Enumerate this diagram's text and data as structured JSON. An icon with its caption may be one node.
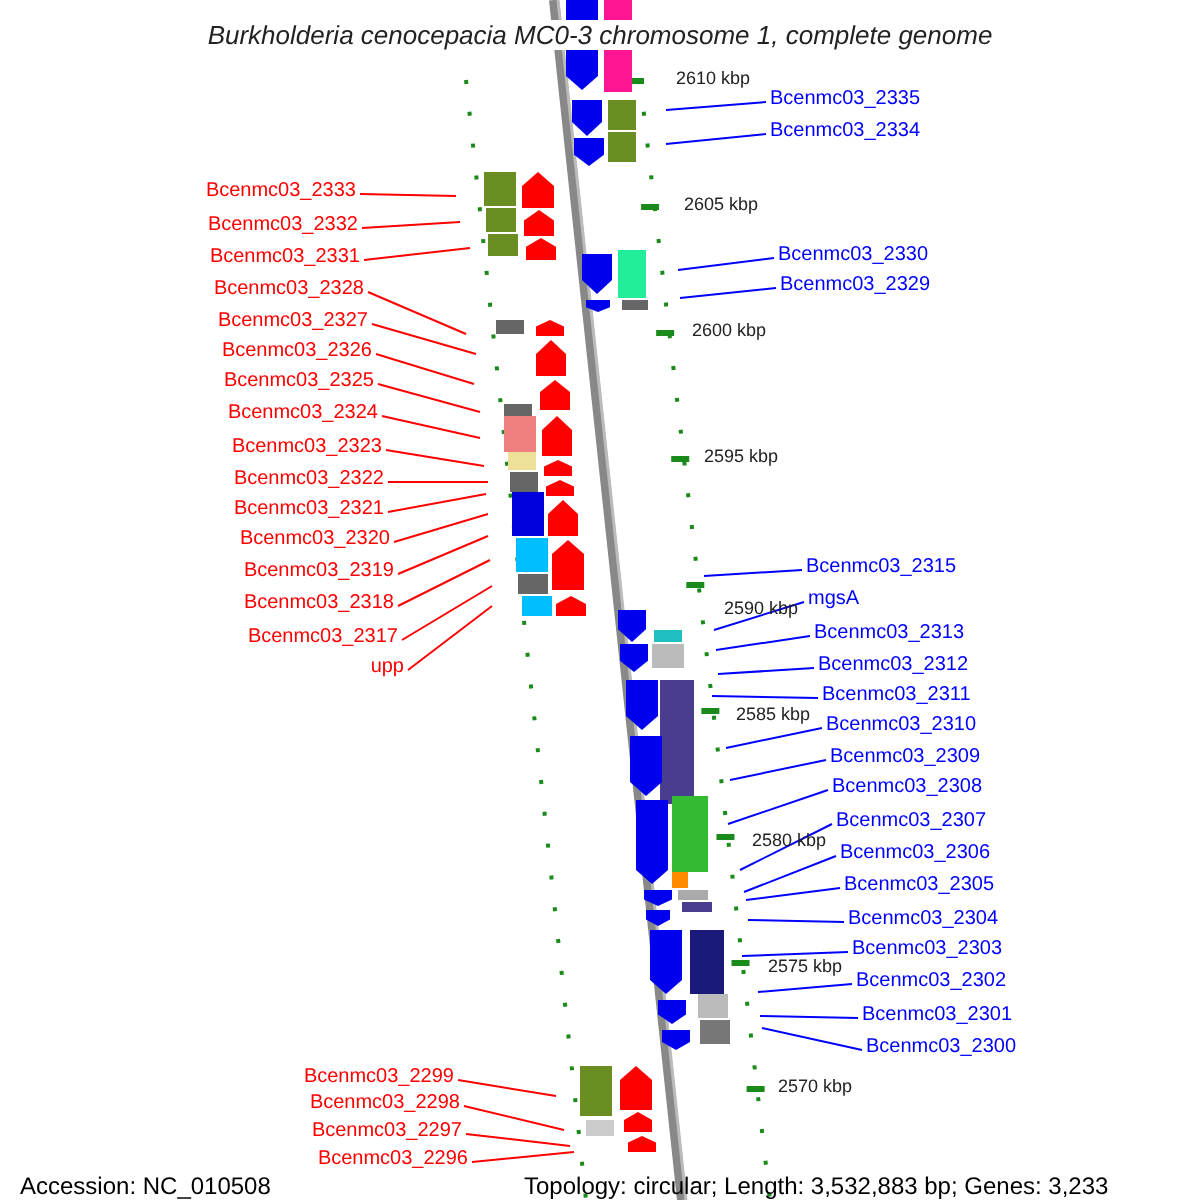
{
  "diagram": {
    "title": "Burkholderia cenocepacia MC0-3 chromosome 1, complete genome",
    "nodes": [
      {
        "text": [
          "Bcenmc03_2333"
        ]
      },
      {
        "text": [
          "Bcenmc03_2332"
        ]
      },
      {
        "text": [
          "Bcenmc03_2331"
        ]
      },
      {
        "text": [
          "Bcenmc03_2328"
        ]
      },
      {
        "text": [
          "Bcenmc03_2327"
        ]
      },
      {
        "text": [
          "Bcenmc03_2326"
        ]
      },
      {
        "text": [
          "Bcenmc03_2325"
        ]
      },
      {
        "text": [
          "Bcenmc03_2324"
        ]
      },
      {
        "text": [
          "Bcenmc03_2323"
        ]
      },
      {
        "text": [
          "Bcenmc03_2322"
        ]
      },
      {
        "text": [
          "Bcenmc03_2321"
        ]
      },
      {
        "text": [
          "Bcenmc03_2320"
        ]
      },
      {
        "text": [
          "Bcenmc03_2319"
        ]
      },
      {
        "text": [
          "Bcenmc03_2318"
        ]
      },
      {
        "text": [
          "Bcenmc03_2317"
        ]
      },
      {
        "text": [
          "upp"
        ]
      },
      {
        "text": [
          "Bcenmc03_2299"
        ]
      },
      {
        "text": [
          "Bcenmc03_2298"
        ]
      },
      {
        "text": [
          "Bcenmc03_2297"
        ]
      },
      {
        "text": [
          "Bcenmc03_2296"
        ]
      },
      {
        "text": [
          "Bcenmc03_2335"
        ]
      },
      {
        "text": [
          "Bcenmc03_2334"
        ]
      },
      {
        "text": [
          "Bcenmc03_2330"
        ]
      },
      {
        "text": [
          "Bcenmc03_2329"
        ]
      },
      {
        "text": [
          "Bcenmc03_2315"
        ]
      },
      {
        "text": [
          "mgsA"
        ]
      },
      {
        "text": [
          "Bcenmc03_2313"
        ]
      },
      {
        "text": [
          "Bcenmc03_2312"
        ]
      },
      {
        "text": [
          "Bcenmc03_2311"
        ]
      },
      {
        "text": [
          "Bcenmc03_2310"
        ]
      },
      {
        "text": [
          "Bcenmc03_2309"
        ]
      },
      {
        "text": [
          "Bcenmc03_2308"
        ]
      },
      {
        "text": [
          "Bcenmc03_2307"
        ]
      },
      {
        "text": [
          "Bcenmc03_2306"
        ]
      },
      {
        "text": [
          "Bcenmc03_2305"
        ]
      },
      {
        "text": [
          "Bcenmc03_2304"
        ]
      },
      {
        "text": [
          "Bcenmc03_2303"
        ]
      },
      {
        "text": [
          "Bcenmc03_2302"
        ]
      },
      {
        "text": [
          "Bcenmc03_2301"
        ]
      },
      {
        "text": [
          "Bcenmc03_2300"
        ]
      }
    ],
    "edges": [
      {
        "from": 0,
        "to": null,
        "arrow": "none"
      },
      {
        "from": 1,
        "to": null,
        "arrow": "none"
      },
      {
        "from": 2,
        "to": null,
        "arrow": "none"
      },
      {
        "from": 3,
        "to": null,
        "arrow": "none"
      },
      {
        "from": 4,
        "to": null,
        "arrow": "none"
      },
      {
        "from": 5,
        "to": null,
        "arrow": "none"
      },
      {
        "from": 6,
        "to": null,
        "arrow": "none"
      },
      {
        "from": 7,
        "to": null,
        "arrow": "none"
      },
      {
        "from": 8,
        "to": null,
        "arrow": "none"
      },
      {
        "from": 9,
        "to": null,
        "arrow": "none"
      },
      {
        "from": 10,
        "to": null,
        "arrow": "none"
      },
      {
        "from": 11,
        "to": null,
        "arrow": "none"
      },
      {
        "from": 12,
        "to": null,
        "arrow": "none"
      },
      {
        "from": 13,
        "to": null,
        "arrow": "none"
      },
      {
        "from": 14,
        "to": null,
        "arrow": "none"
      },
      {
        "from": 15,
        "to": null,
        "arrow": "none"
      },
      {
        "from": 16,
        "to": null,
        "arrow": "none"
      },
      {
        "from": 17,
        "to": null,
        "arrow": "none"
      },
      {
        "from": 18,
        "to": null,
        "arrow": "none"
      },
      {
        "from": 19,
        "to": null,
        "arrow": "none"
      },
      {
        "from": 20,
        "to": null,
        "arrow": "none",
        "color": "#0000ff"
      },
      {
        "from": 21,
        "to": null,
        "arrow": "none",
        "color": "#0000ff"
      },
      {
        "from": 22,
        "to": null,
        "arrow": "none",
        "color": "#0000ff"
      },
      {
        "from": 23,
        "to": null,
        "arrow": "none",
        "color": "#0000ff"
      },
      {
        "from": 24,
        "to": null,
        "arrow": "none",
        "color": "#0000ff"
      },
      {
        "from": 25,
        "to": null,
        "arrow": "none",
        "color": "#0000ff"
      },
      {
        "from": 26,
        "to": null,
        "arrow": "none",
        "color": "#0000ff"
      },
      {
        "from": 27,
        "to": null,
        "arrow": "none",
        "color": "#0000ff"
      },
      {
        "from": 28,
        "to": null,
        "arrow": "none",
        "color": "#0000ff"
      },
      {
        "from": 29,
        "to": null,
        "arrow": "none",
        "color": "#0000ff"
      },
      {
        "from": 30,
        "to": null,
        "arrow": "none",
        "color": "#0000ff"
      },
      {
        "from": 31,
        "to": null,
        "arrow": "none",
        "color": "#0000ff"
      },
      {
        "from": 32,
        "to": null,
        "arrow": "none",
        "color": "#0000ff"
      },
      {
        "from": 33,
        "to": null,
        "arrow": "none",
        "color": "#0000ff"
      },
      {
        "from": 34,
        "to": null,
        "arrow": "none",
        "color": "#0000ff"
      },
      {
        "from": 35,
        "to": null,
        "arrow": "none",
        "color": "#0000ff"
      },
      {
        "from": 36,
        "to": null,
        "arrow": "none",
        "color": "#0000ff"
      },
      {
        "from": 37,
        "to": null,
        "arrow": "none",
        "color": "#0000ff"
      },
      {
        "from": 38,
        "to": null,
        "arrow": "none",
        "color": "#0000ff"
      },
      {
        "from": 39,
        "to": null,
        "arrow": "none",
        "color": "#0000ff"
      }
    ],
    "labels": [
      "2610 kbp",
      "2605 kbp",
      "2600 kbp",
      "2595 kbp",
      "2590 kbp",
      "2585 kbp",
      "2580 kbp",
      "2575 kbp",
      "2570 kbp",
      "Accession: NC_010508",
      "Topology: circular; Length: 3,532,883 bp; Genes: 3,233"
    ]
  }
}
